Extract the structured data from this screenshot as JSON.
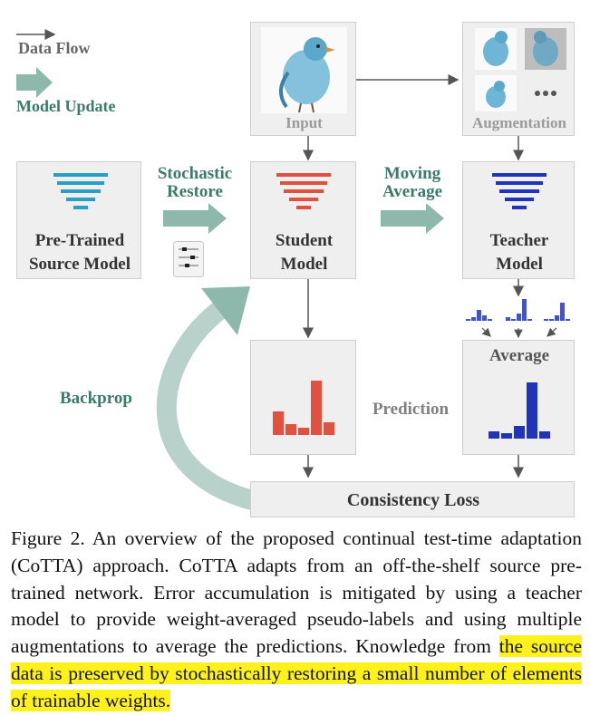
{
  "legend": {
    "data_flow": "Data Flow",
    "model_update": "Model Update"
  },
  "nodes": {
    "input": "Input",
    "augmentation": "Augmentation",
    "pretrained_line1": "Pre-Trained",
    "pretrained_line2": "Source Model",
    "student_line1": "Student",
    "student_line2": "Model",
    "teacher_line1": "Teacher",
    "teacher_line2": "Model",
    "average": "Average",
    "prediction": "Prediction",
    "consistency_loss": "Consistency Loss"
  },
  "arrows": {
    "stochastic_line1": "Stochastic",
    "stochastic_line2": "Restore",
    "moving_line1": "Moving",
    "moving_line2": "Average",
    "backprop": "Backprop"
  },
  "colors": {
    "pretrained": "#2a9fc4",
    "student": "#e0513f",
    "teacher": "#1f34b8",
    "update_arrow": "#8fb8ad",
    "text_green": "#3d7a6a"
  },
  "caption": {
    "part1": "Figure 2.  An overview of the proposed continual test-time adaptation (CoTTA) approach.  CoTTA adapts from an off-the-shelf source pre-trained network. Error accumulation is mitigated by using a teacher model to provide weight-averaged pseudo-labels and using multiple augmentations to average the predictions. Knowledge from ",
    "highlight": "the source data is preserved by stochastically restoring a small number of elements of trainable weights."
  }
}
